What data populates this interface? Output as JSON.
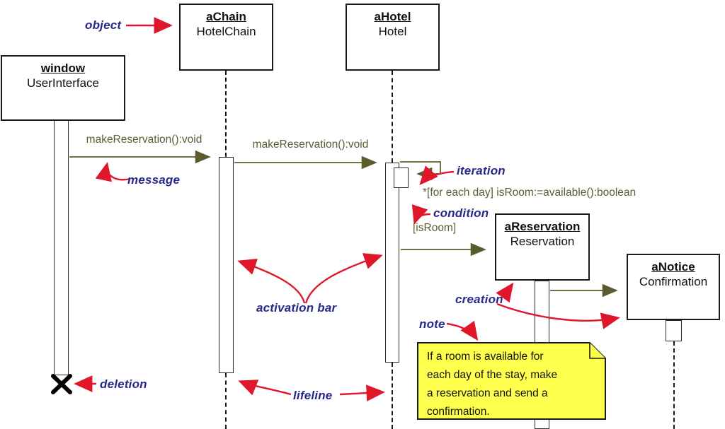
{
  "diagram_type": "uml-sequence-diagram",
  "objects": [
    {
      "name": "window",
      "class": "UserInterface"
    },
    {
      "name": "aChain",
      "class": "HotelChain"
    },
    {
      "name": "aHotel",
      "class": "Hotel"
    },
    {
      "name": "aReservation",
      "class": "Reservation"
    },
    {
      "name": "aNotice",
      "class": "Confirmation"
    }
  ],
  "messages": [
    {
      "label": "makeReservation():void"
    },
    {
      "label": "makeReservation():void"
    },
    {
      "label": "*[for each day] isRoom:=available():boolean"
    },
    {
      "label": "[isRoom]"
    }
  ],
  "annotations": [
    "object",
    "message",
    "iteration",
    "condition",
    "activation bar",
    "creation",
    "note",
    "deletion",
    "lifeline"
  ],
  "note": {
    "lines": [
      "If a room is available for",
      "each day of the stay, make",
      "a reservation and send a",
      "confirmation."
    ]
  },
  "colors": {
    "annotation_blue": "#28288C",
    "arrow_red": "#E0162B",
    "message_olive": "#5B5B2D",
    "note_yellow": "#FFFF4D",
    "line_black": "#1a1a1a"
  }
}
